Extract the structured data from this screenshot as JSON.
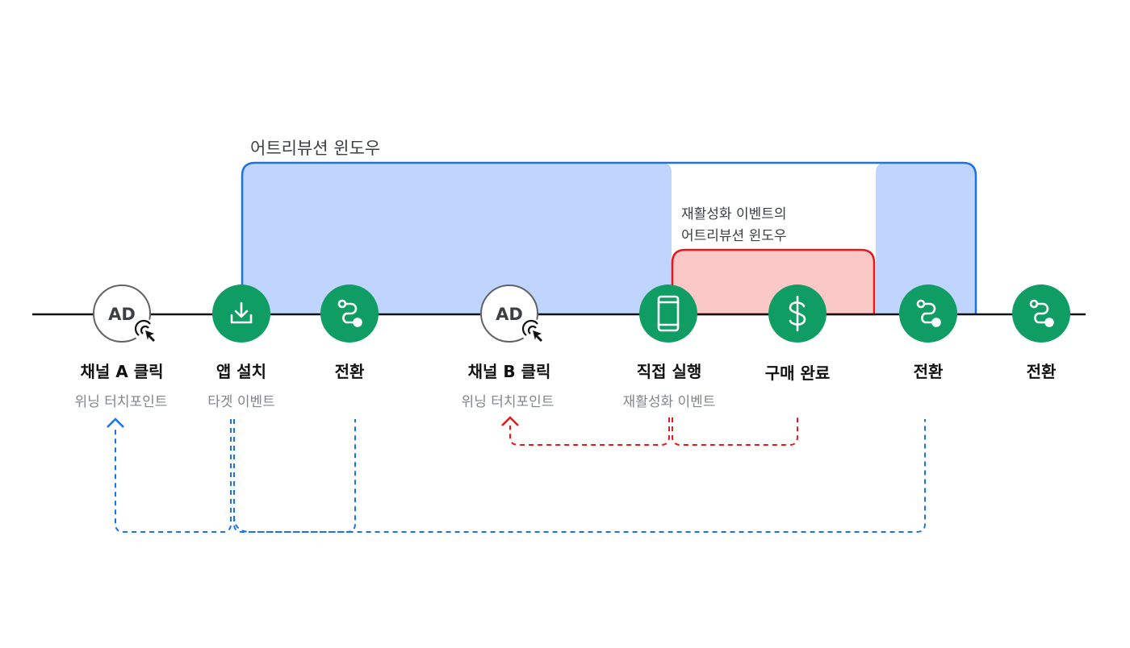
{
  "attribution_window_label": "어트리뷰션 윈도우",
  "reengagement_window_label": [
    "재활성화 이벤트의",
    "어트리뷰션 윈도우"
  ],
  "ad_badge_text": "AD",
  "events": [
    {
      "label": "채널 A 클릭",
      "sublabel": "위닝 터치포인트",
      "icon": "ad-click-icon"
    },
    {
      "label": "앱 설치",
      "sublabel": "타겟 이벤트",
      "icon": "download-icon"
    },
    {
      "label": "전환",
      "sublabel": "",
      "icon": "route-icon"
    },
    {
      "label": "채널 B 클릭",
      "sublabel": "위닝 터치포인트",
      "icon": "ad-click-icon"
    },
    {
      "label": "직접 실행",
      "sublabel": "재활성화 이벤트",
      "icon": "smartphone-icon"
    },
    {
      "label": "구매 완료",
      "sublabel": "",
      "icon": "dollar-icon"
    },
    {
      "label": "전환",
      "sublabel": "",
      "icon": "route-icon"
    },
    {
      "label": "전환",
      "sublabel": "",
      "icon": "route-icon"
    }
  ],
  "colors": {
    "green": "#0f9d63",
    "attribution_fill": "#bfd5fd",
    "attribution_border": "#1a73e8",
    "reengagement_fill": "#fbc8c8",
    "reengagement_border": "#e8171e",
    "blue_arrow": "#1a73e8",
    "red_arrow": "#e8171e"
  }
}
